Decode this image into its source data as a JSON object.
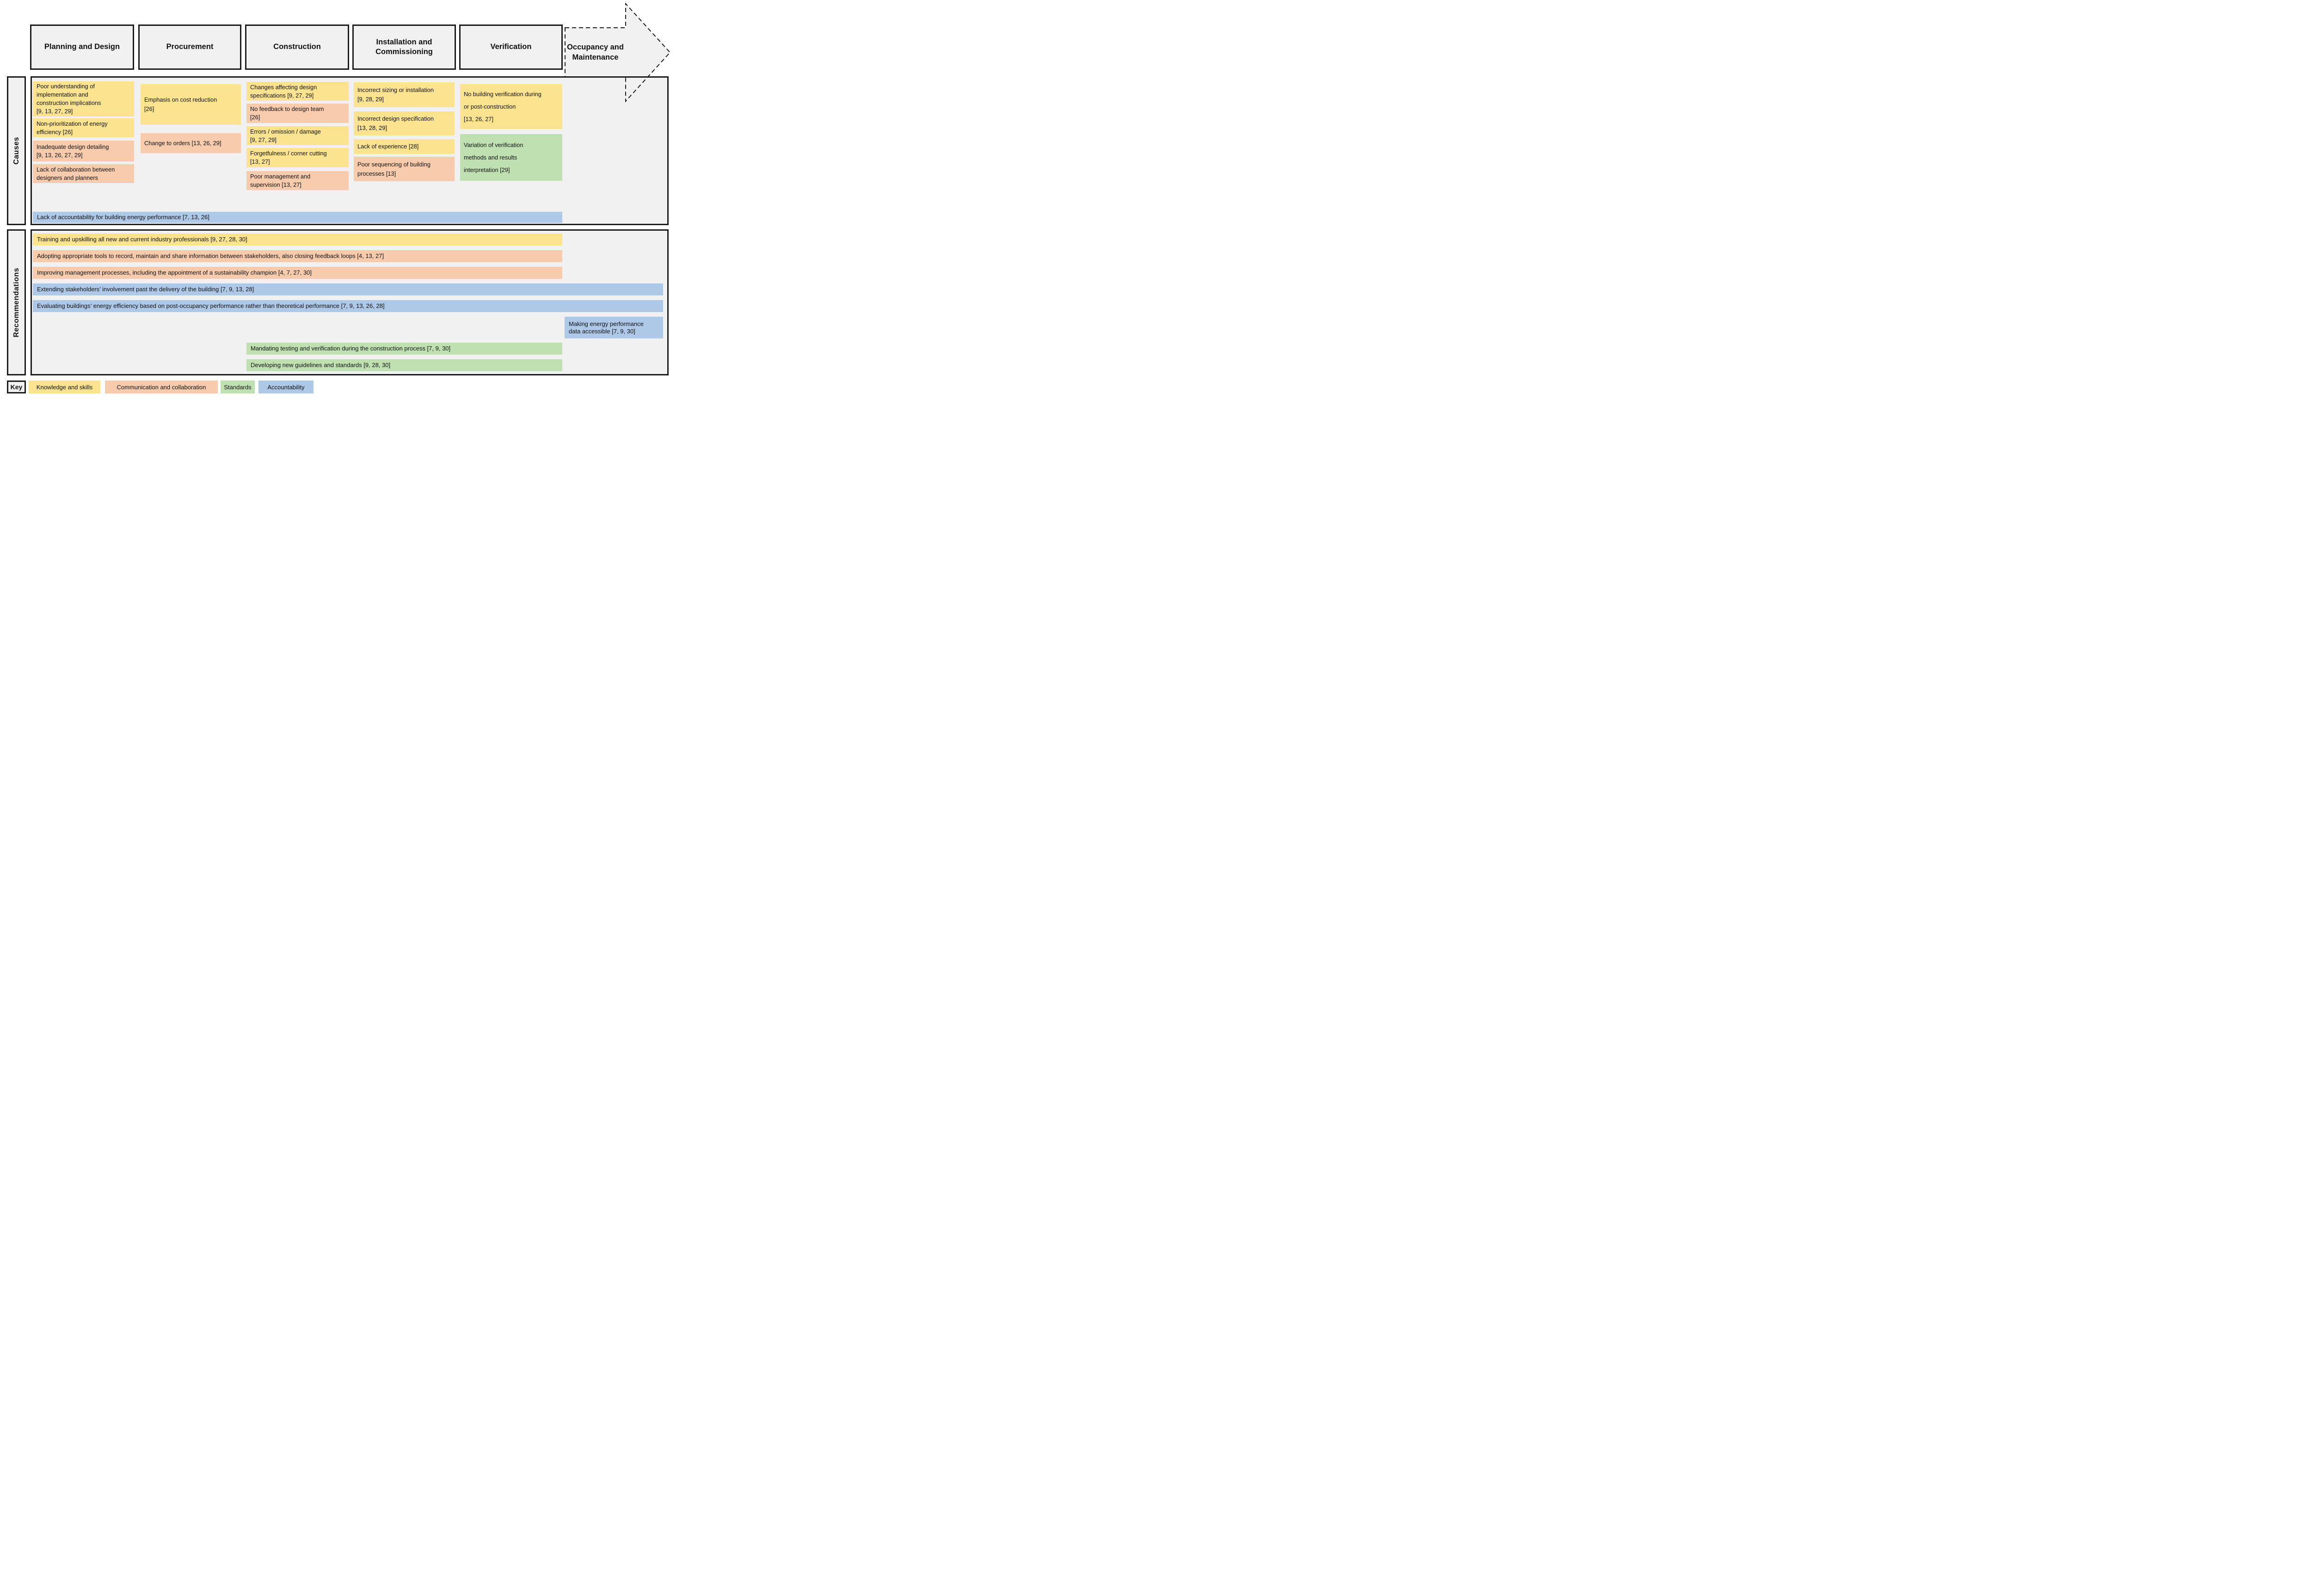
{
  "phases": [
    {
      "label": "Planning and Design"
    },
    {
      "label": "Procurement"
    },
    {
      "label": "Construction"
    },
    {
      "label": "Installation and Commissioning"
    },
    {
      "label": "Verification"
    },
    {
      "label": "Occupancy and Maintenance"
    }
  ],
  "row_labels": {
    "causes": "Causes",
    "recommendations": "Recommendations"
  },
  "causes": {
    "planning": [
      {
        "text": "Poor understanding of\nimplementation and\nconstruction implications\n[9, 13, 27, 29]",
        "category": "knowledge"
      },
      {
        "text": "Non-prioritization of energy\nefficiency [26]",
        "category": "knowledge"
      },
      {
        "text": "Inadequate design detailing\n[9, 13, 26, 27, 29]",
        "category": "communication"
      },
      {
        "text": "Lack of collaboration between\ndesigners and planners",
        "category": "communication"
      }
    ],
    "procurement": [
      {
        "text": "Emphasis on cost reduction\n[26]",
        "category": "knowledge"
      },
      {
        "text": "Change to orders [13, 26, 29]",
        "category": "communication"
      }
    ],
    "construction": [
      {
        "text": "Changes affecting design\nspecifications [9, 27, 29]",
        "category": "knowledge"
      },
      {
        "text": "No feedback to design team\n[26]",
        "category": "communication"
      },
      {
        "text": "Errors / omission / damage\n[9, 27, 29]",
        "category": "knowledge"
      },
      {
        "text": "Forgetfulness / corner cutting\n[13, 27]",
        "category": "knowledge"
      },
      {
        "text": "Poor management and\nsupervision [13, 27]",
        "category": "communication"
      }
    ],
    "installation": [
      {
        "text": "Incorrect sizing or installation\n[9, 28, 29]",
        "category": "knowledge"
      },
      {
        "text": "Incorrect design specification\n[13, 28, 29]",
        "category": "knowledge"
      },
      {
        "text": "Lack of experience [28]",
        "category": "knowledge"
      },
      {
        "text": "Poor sequencing of building\nprocesses [13]",
        "category": "communication"
      }
    ],
    "verification": [
      {
        "text": "No building verification during\nor post-construction\n[13, 26, 27]",
        "category": "knowledge"
      },
      {
        "text": "Variation of verification\nmethods and results\ninterpretation [29]",
        "category": "standards"
      }
    ],
    "spanning": {
      "text": "Lack of accountability for building energy performance [7, 13, 26]",
      "category": "accountability"
    }
  },
  "recommendations": [
    {
      "text": "Training and upskilling all new and current industry professionals [9, 27, 28, 30]",
      "category": "knowledge"
    },
    {
      "text": "Adopting appropriate tools to record, maintain and share information between stakeholders, also closing feedback loops [4, 13, 27]",
      "category": "communication"
    },
    {
      "text": "Improving management processes, including the appointment of a sustainability champion [4, 7, 27, 30]",
      "category": "communication"
    },
    {
      "text": "Extending stakeholders’ involvement past the delivery of the building [7, 9, 13, 28]",
      "category": "accountability"
    },
    {
      "text": "Evaluating buildings’ energy efficiency based on post-occupancy performance rather than theoretical performance [7, 9, 13, 26, 28]",
      "category": "accountability"
    },
    {
      "text": "Making energy performance\ndata accessible [7, 9, 30]",
      "category": "accountability"
    },
    {
      "text": "Mandating testing and verification during the construction process [7, 9, 30]",
      "category": "standards"
    },
    {
      "text": "Developing new guidelines and standards [9, 28, 30]",
      "category": "standards"
    }
  ],
  "key": {
    "label": "Key",
    "items": [
      {
        "label": "Knowledge and skills",
        "category": "knowledge"
      },
      {
        "label": "Communication and collaboration",
        "category": "communication"
      },
      {
        "label": "Standards",
        "category": "standards"
      },
      {
        "label": "Accountability",
        "category": "accountability"
      }
    ]
  },
  "colors": {
    "knowledge": "#FBE38F",
    "communication": "#F8CBAD",
    "standards": "#BFE0B0",
    "accountability": "#AEC8E8"
  }
}
